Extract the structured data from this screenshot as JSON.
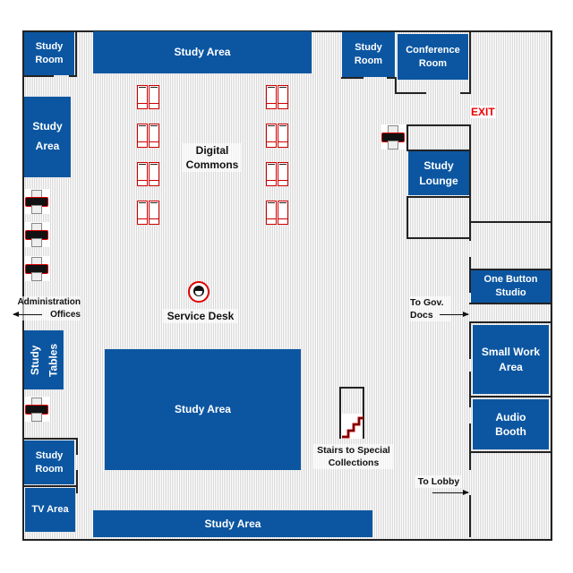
{
  "colors": {
    "room": "#0c56a1",
    "icon_accent": "#d00000",
    "exit": "#e00000",
    "wall": "#222222"
  },
  "rooms": {
    "study_room_top_left": "Study Room",
    "study_area_top": "Study Area",
    "study_area_left": "Study Area",
    "study_room_top_mid": "Study Room",
    "conference_room": "Conference Room",
    "study_lounge": "Study Lounge",
    "one_button_studio": "One Button Studio",
    "small_work_area": "Small Work Area",
    "audio_booth": "Audio Booth",
    "study_tables": "Study Tables",
    "study_area_center": "Study Area",
    "study_room_bottom_left": "Study Room",
    "tv_area": "TV Area",
    "study_area_bottom": "Study Area"
  },
  "labels": {
    "digital_commons": "Digital Commons",
    "service_desk": "Service Desk",
    "administration_offices": "Administration Offices",
    "to_gov_docs": "To Gov. Docs",
    "stairs": "Stairs to Special Collections",
    "to_lobby": "To Lobby",
    "exit": "EXIT"
  },
  "icons": {
    "computer": "computer-icon",
    "printer": "printer-icon",
    "service_desk": "headset-agent-icon",
    "stairs": "stairs-icon"
  }
}
